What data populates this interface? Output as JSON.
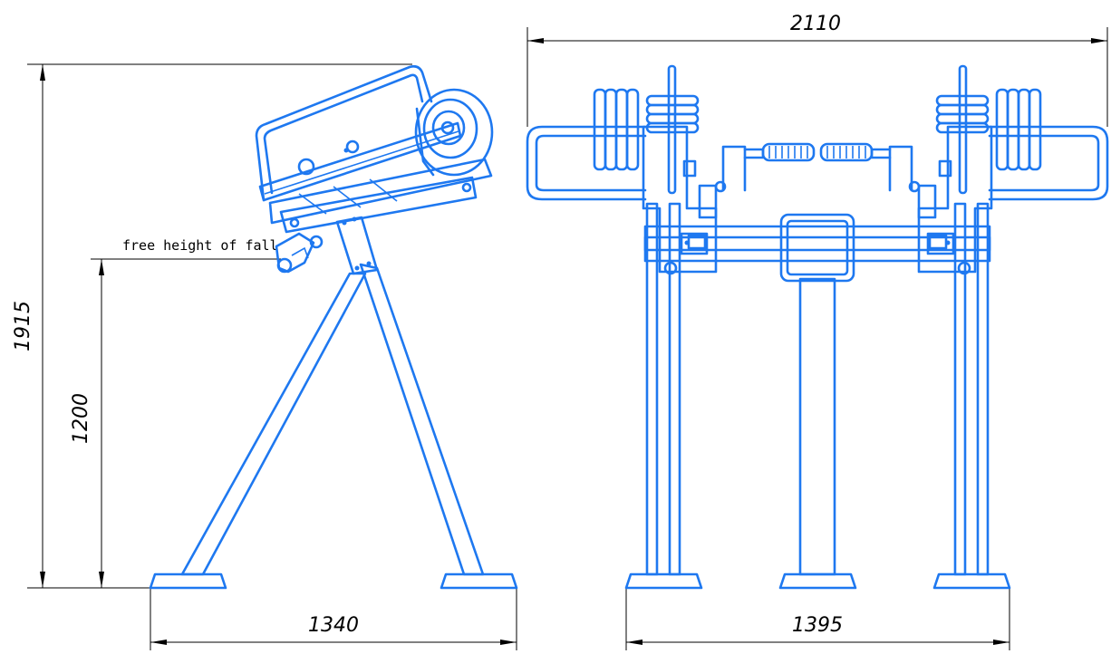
{
  "dimensions": {
    "overall_width": "2110",
    "overall_height": "1915",
    "fall_height": "1200",
    "side_base": "1340",
    "front_base": "1395"
  },
  "annotations": {
    "free_height_of_fall": "free height of fall"
  },
  "colors": {
    "line": "#1e78f0",
    "dimension": "#000000",
    "background": "#ffffff"
  }
}
